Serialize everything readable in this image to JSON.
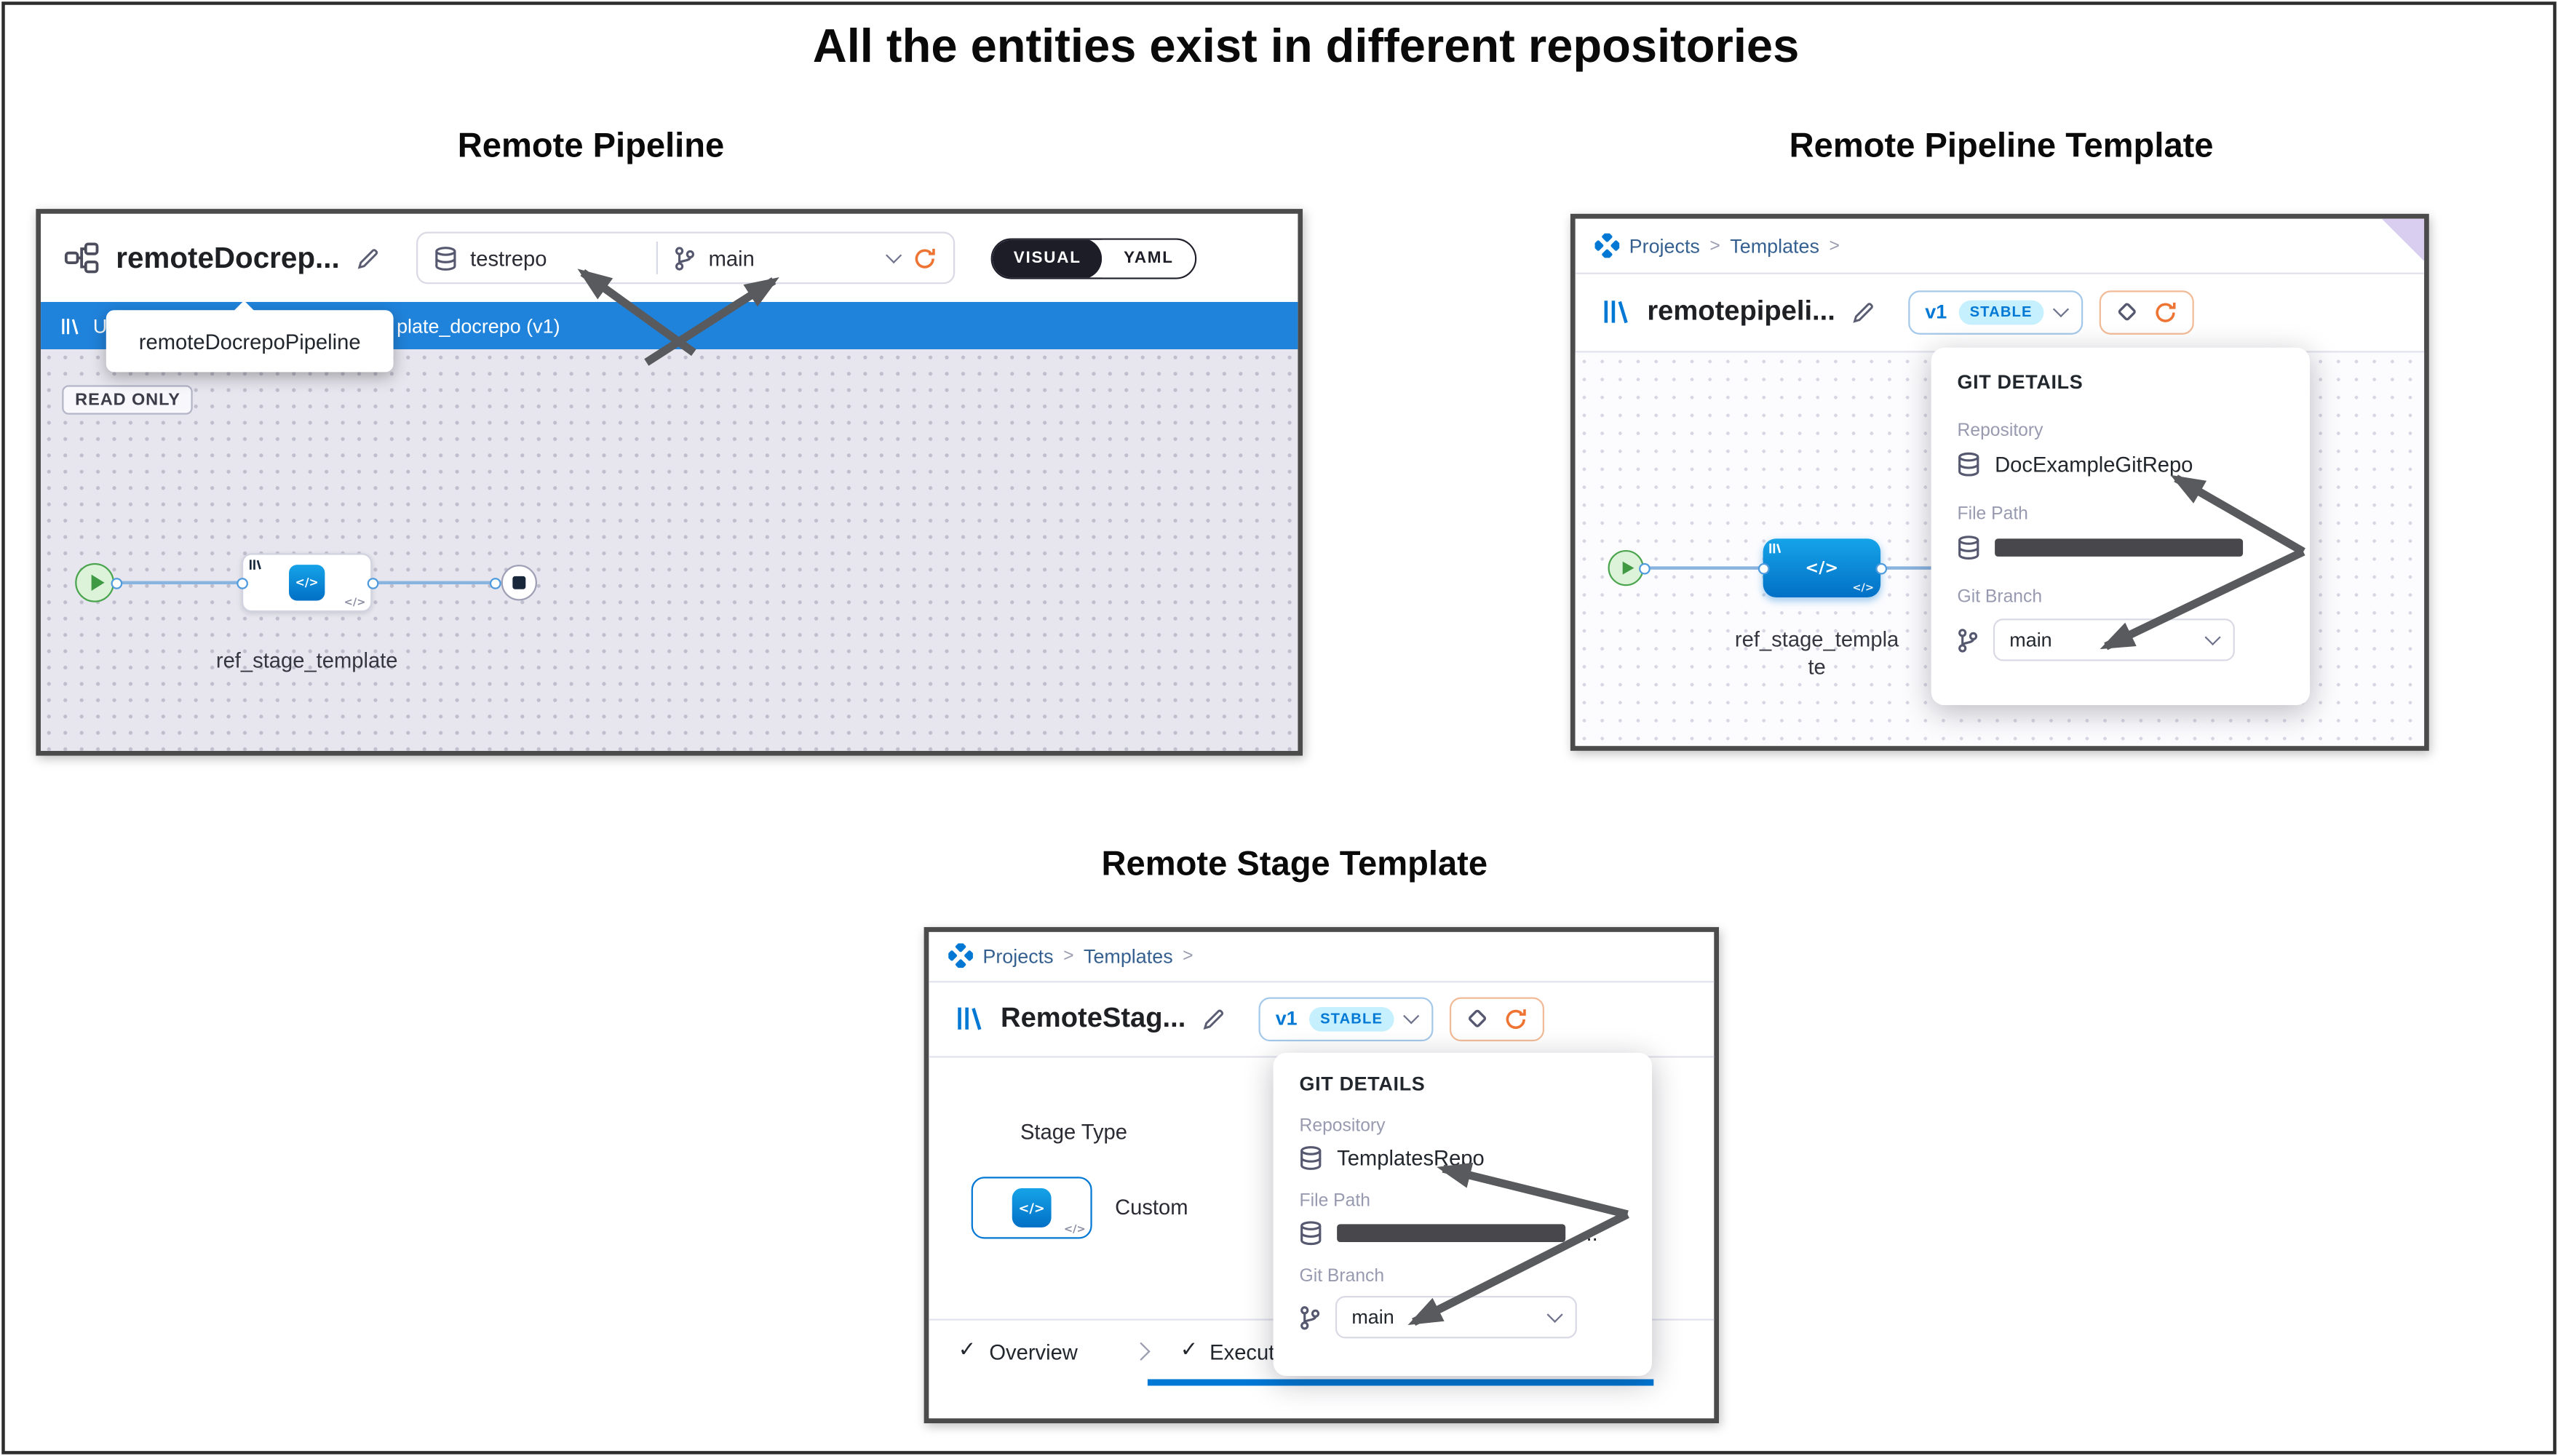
{
  "figure": {
    "title": "All the entities exist in different repositories"
  },
  "ui": {
    "breadcrumb_sep": ">",
    "icons": {
      "check": "✓",
      "code": "</>"
    }
  },
  "remote_pipeline": {
    "caption": "Remote Pipeline",
    "header": {
      "title": "remoteDocrep...",
      "repo": "testrepo",
      "branch": "main",
      "visual_tab": "VISUAL",
      "yaml_tab": "YAML"
    },
    "template_banner": {
      "visible_start": "Us",
      "visible_end": "plate_docrepo (v1)"
    },
    "tooltip": "remoteDocrepoPipeline",
    "read_only_badge": "READ ONLY",
    "stage_name": "ref_stage_template"
  },
  "remote_pipeline_template": {
    "caption": "Remote Pipeline Template",
    "breadcrumb": {
      "projects": "Projects",
      "templates": "Templates"
    },
    "title": "remotepipeli...",
    "version": "v1",
    "version_badge": "STABLE",
    "stage_name": "ref_stage_template",
    "git_details": {
      "heading": "GIT DETAILS",
      "repository_label": "Repository",
      "repository_value": "DocExampleGitRepo",
      "file_path_label": "File Path",
      "git_branch_label": "Git Branch",
      "branch_value": "main"
    }
  },
  "remote_stage_template": {
    "caption": "Remote Stage Template",
    "breadcrumb": {
      "projects": "Projects",
      "templates": "Templates"
    },
    "title": "RemoteStag...",
    "version": "v1",
    "version_badge": "STABLE",
    "stage_type_label": "Stage Type",
    "stage_type_value": "Custom",
    "tabs": {
      "overview": "Overview",
      "execution": "Execution"
    },
    "git_details": {
      "heading": "GIT DETAILS",
      "repository_label": "Repository",
      "repository_value": "TemplatesRepo",
      "file_path_label": "File Path",
      "file_path_ellipsis": "...",
      "git_branch_label": "Git Branch",
      "branch_value": "main"
    }
  }
}
